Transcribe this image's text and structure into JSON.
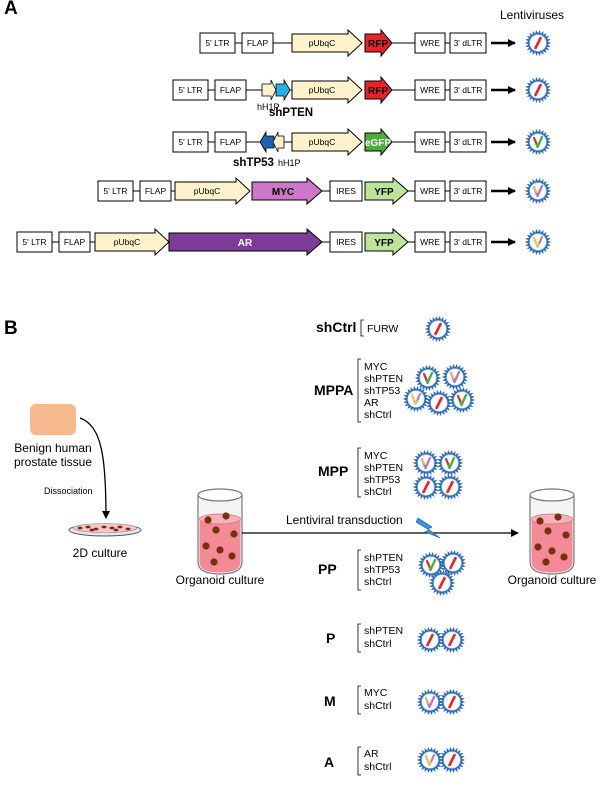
{
  "colors": {
    "pubqc": "#fff2cc",
    "rfp": "#e8232a",
    "egfp": "#4caf3a",
    "myc": "#cc77c8",
    "ar": "#7d3c98",
    "yfp": "#bde49a",
    "shpten": "#29aee6",
    "shtp53": "#1f63b0",
    "tissue": "#f5b98d",
    "culture": "#f28b96",
    "cell": "#7a2e14",
    "lightning": "#3b8fdc",
    "virus_shell": "#2a6ab8",
    "virus_inner": "#ffffff",
    "vector_red": "#e8232a",
    "vector_green": "#4aab3f",
    "vector_purple": "#a97bc7",
    "vector_yellow": "#e3c85a"
  },
  "panel_a": {
    "label": "A",
    "viruses_header": "Lentiviruses",
    "constructs": [
      {
        "name": "rfp-construct",
        "elements": [
          "5' LTR",
          "FLAP",
          "pUbqC",
          "RFP",
          "WRE",
          "3' dLTR"
        ]
      },
      {
        "name": "shpten-construct",
        "elements": [
          "5' LTR",
          "FLAP",
          "pUbqC",
          "RFP",
          "WRE",
          "3' dLTR"
        ],
        "promoter": "hH1P",
        "shrna": "shPTEN"
      },
      {
        "name": "shtp53-construct",
        "elements": [
          "5' LTR",
          "FLAP",
          "pUbqC",
          "eGFP",
          "WRE",
          "3' dLTR"
        ],
        "promoter": "hH1P",
        "shrna": "shTP53"
      },
      {
        "name": "myc-construct",
        "elements": [
          "5' LTR",
          "FLAP",
          "pUbqC",
          "MYC",
          "IRES",
          "YFP",
          "WRE",
          "3' dLTR"
        ]
      },
      {
        "name": "ar-construct",
        "elements": [
          "5' LTR",
          "FLAP",
          "pUbqC",
          "AR",
          "IRES",
          "YFP",
          "WRE",
          "3' dLTR"
        ]
      }
    ]
  },
  "panel_b": {
    "label": "B",
    "tissue_label_1": "Benign human",
    "tissue_label_2": "prostate tissue",
    "dissociation": "Dissociation",
    "culture_2d": "2D culture",
    "organoid_left": "Organoid culture",
    "organoid_right": "Organoid culture",
    "transduction": "Lentiviral transduction",
    "groups": [
      {
        "name": "shCtrl",
        "items": [
          "FURW"
        ]
      },
      {
        "name": "MPPA",
        "items": [
          "MYC",
          "shPTEN",
          "shTP53",
          "AR",
          "shCtrl"
        ]
      },
      {
        "name": "MPP",
        "items": [
          "MYC",
          "shPTEN",
          "shTP53",
          "shCtrl"
        ]
      },
      {
        "name": "PP",
        "items": [
          "shPTEN",
          "shTP53",
          "shCtrl"
        ]
      },
      {
        "name": "P",
        "items": [
          "shPTEN",
          "shCtrl"
        ]
      },
      {
        "name": "M",
        "items": [
          "MYC",
          "shCtrl"
        ]
      },
      {
        "name": "A",
        "items": [
          "AR",
          "shCtrl"
        ]
      }
    ]
  }
}
